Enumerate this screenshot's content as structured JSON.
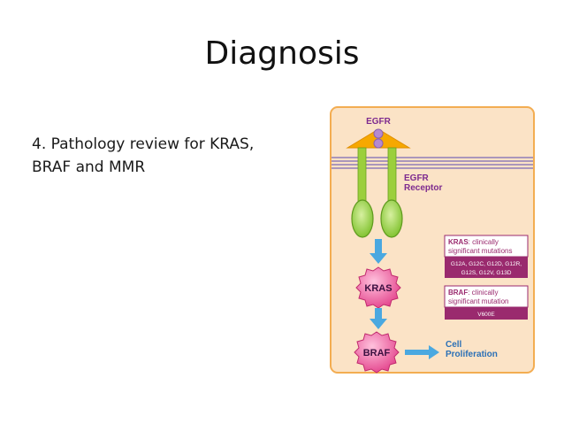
{
  "slide": {
    "title": "Diagnosis",
    "bullet_lines": [
      "4. Pathology review for KRAS,",
      "BRAF and MMR"
    ]
  },
  "diagram": {
    "egfr_label": "EGFR",
    "receptor_label_1": "EGFR",
    "receptor_label_2": "Receptor",
    "kras_node": "KRAS",
    "braf_node": "BRAF",
    "output_label_1": "Cell",
    "output_label_2": "Proliferation",
    "kras_box": {
      "keyword": "KRAS",
      "title_rest": ": clinically",
      "title_line2": "significant mutations",
      "mutations_line1": "G12A, G12C, G12D, G12R,",
      "mutations_line2": "G12S, G12V, G13D"
    },
    "braf_box": {
      "keyword": "BRAF",
      "title_rest": ": clinically",
      "title_line2": "significant mutation",
      "mutation": "V600E"
    },
    "colors": {
      "panel_bg": "#fbe3c6",
      "panel_border": "#f3ad52",
      "membrane": "#7a6ab5",
      "triangle": "#f6a800",
      "ligand": "#b48ad0",
      "stalk": "#9bcf3c",
      "blue_arrow": "#4aa8e0",
      "node_fill": "#e8478f",
      "label_purple": "#7d2a8f",
      "text_blue": "#2b70b6",
      "box_fill": "#9a2a6e"
    }
  }
}
